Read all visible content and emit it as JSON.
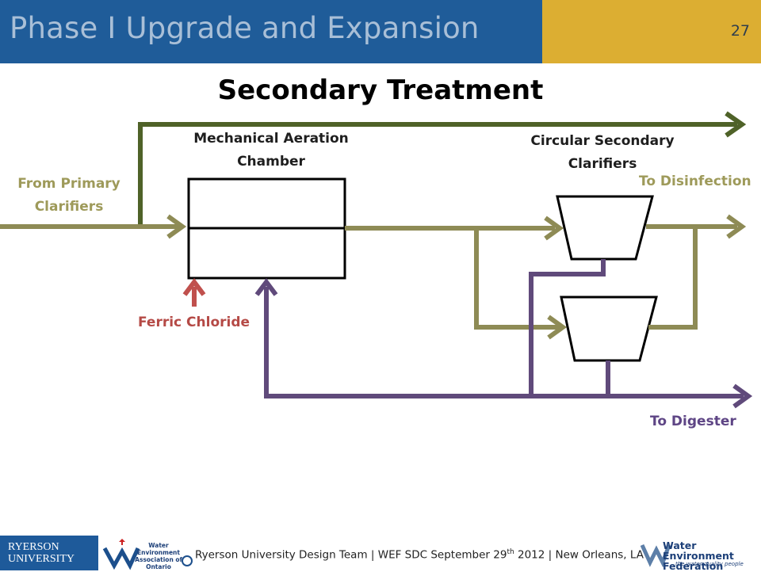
{
  "header": {
    "title": "Phase I Upgrade and Expansion",
    "slide_number": "27"
  },
  "diagram": {
    "title": "Secondary Treatment",
    "labels": {
      "aeration_line1": "Mechanical Aeration",
      "aeration_line2": "Chamber",
      "clarifiers_line1": "Circular Secondary",
      "clarifiers_line2": "Clarifiers",
      "from_line1": "From Primary",
      "from_line2": "Clarifiers",
      "to_disinfection": "To Disinfection",
      "ferric_chloride": "Ferric Chloride",
      "to_digester": "To Digester"
    },
    "colors": {
      "process_flow": "#8e8b55",
      "bypass_flow": "#4f6228",
      "chemical": "#c0504d",
      "sludge": "#604a7b"
    }
  },
  "footer": {
    "text_before_sup": "Ryerson University Design Team | WEF SDC  September 29",
    "text_sup": "th",
    "text_after_sup": " 2012  | New Orleans, LA",
    "logo_ryerson_line1": "RYERSON",
    "logo_ryerson_line2": "UNIVERSITY",
    "logo_wea_line1": "Water Environment",
    "logo_wea_line2": "Association of",
    "logo_wea_line3": "Ontario",
    "logo_wef_line1": "Water Environment",
    "logo_wef_line2": "Federation",
    "logo_wef_tagline": "the water quality people"
  }
}
